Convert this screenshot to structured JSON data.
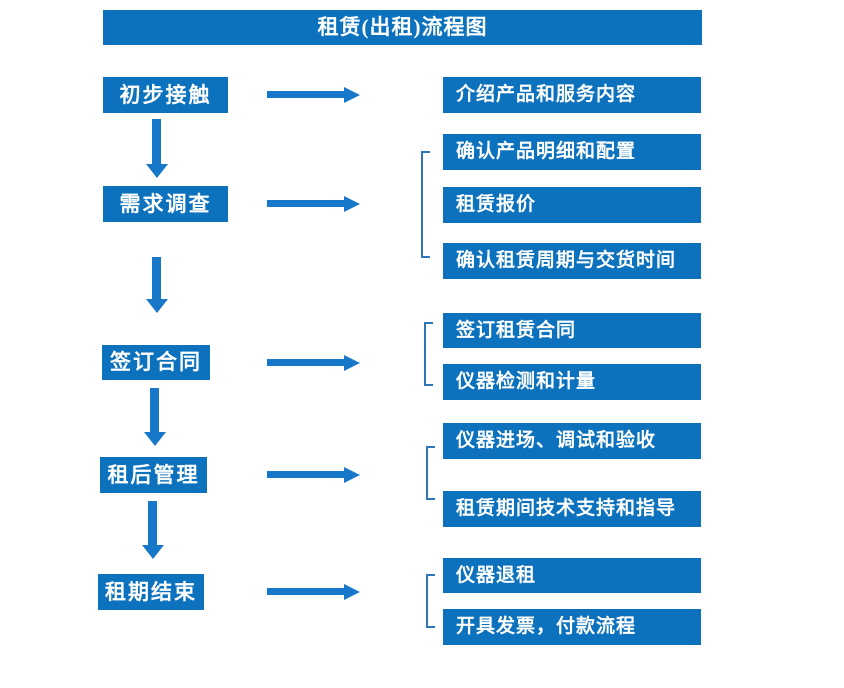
{
  "title": "租赁(出租)流程图",
  "colors": {
    "box_blue": "#0d72bd",
    "arrow_blue": "#1778c9",
    "bracket_blue": "#2e75b6",
    "text_white": "#ffffff",
    "background": "#ffffff"
  },
  "left_steps": [
    "初步接触",
    "需求调查",
    "签订合同",
    "租后管理",
    "租期结束"
  ],
  "right_boxes": [
    "介绍产品和服务内容",
    "确认产品明细和配置",
    "租赁报价",
    "确认租赁周期与交货时间",
    "签订租赁合同",
    "仪器检测和计量",
    "仪器进场、调试和验收",
    "租赁期间技术支持和指导",
    "仪器退租",
    "开具发票，付款流程"
  ]
}
